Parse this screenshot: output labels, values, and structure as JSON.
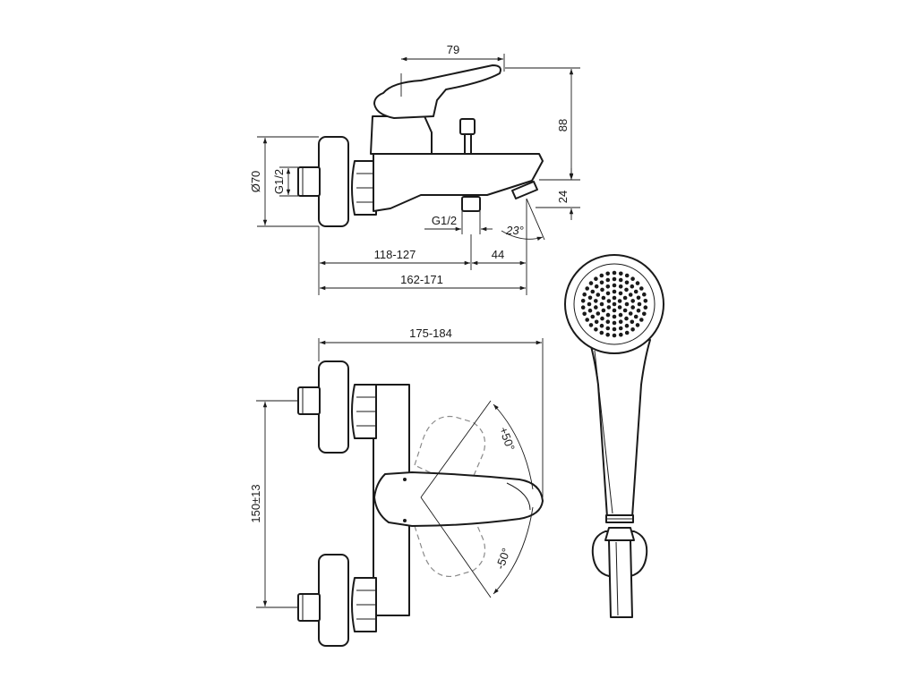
{
  "colors": {
    "line": "#1a1a1a",
    "dashed": "#8a8a8a",
    "background": "#ffffff"
  },
  "side_view": {
    "dim_lever_width": "79",
    "dim_height_total": "88",
    "dim_spout_height": "24",
    "dim_diameter": "Ø70",
    "dim_inlet_thread": "G1/2",
    "dim_outlet_thread": "G1/2",
    "dim_spout_angle": "23°",
    "dim_wall_to_outlet": "118-127",
    "dim_outlet_to_spout": "44",
    "dim_projection": "162-171"
  },
  "top_view": {
    "dim_overall_width": "175-184",
    "dim_centers": "150±13",
    "dim_angle_plus": "+50°",
    "dim_angle_minus": "-50°"
  },
  "hand_shower": {
    "nozzle_rings": [
      {
        "count": 1,
        "radius": 0
      },
      {
        "count": 6,
        "radius": 7
      },
      {
        "count": 12,
        "radius": 14
      },
      {
        "count": 18,
        "radius": 21
      },
      {
        "count": 24,
        "radius": 28
      },
      {
        "count": 30,
        "radius": 35
      }
    ]
  }
}
